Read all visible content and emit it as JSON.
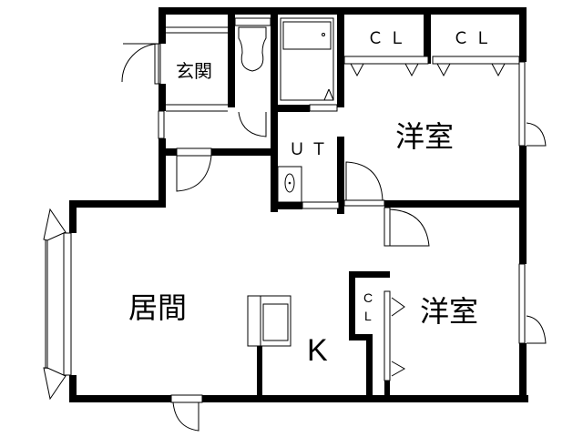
{
  "plan": {
    "type": "2LK apartment floor plan",
    "rooms": {
      "entrance": "玄関",
      "closet_1": "ＣＬ",
      "closet_2": "ＣＬ",
      "western_room_1": "洋室",
      "utility": "ＵＴ",
      "living": "居間",
      "kitchen": "K",
      "closet_3_c": "C",
      "closet_3_l": "L",
      "western_room_2": "洋室"
    },
    "colors": {
      "wall": "#000000",
      "background": "#ffffff",
      "fixture_line": "#000000"
    }
  }
}
